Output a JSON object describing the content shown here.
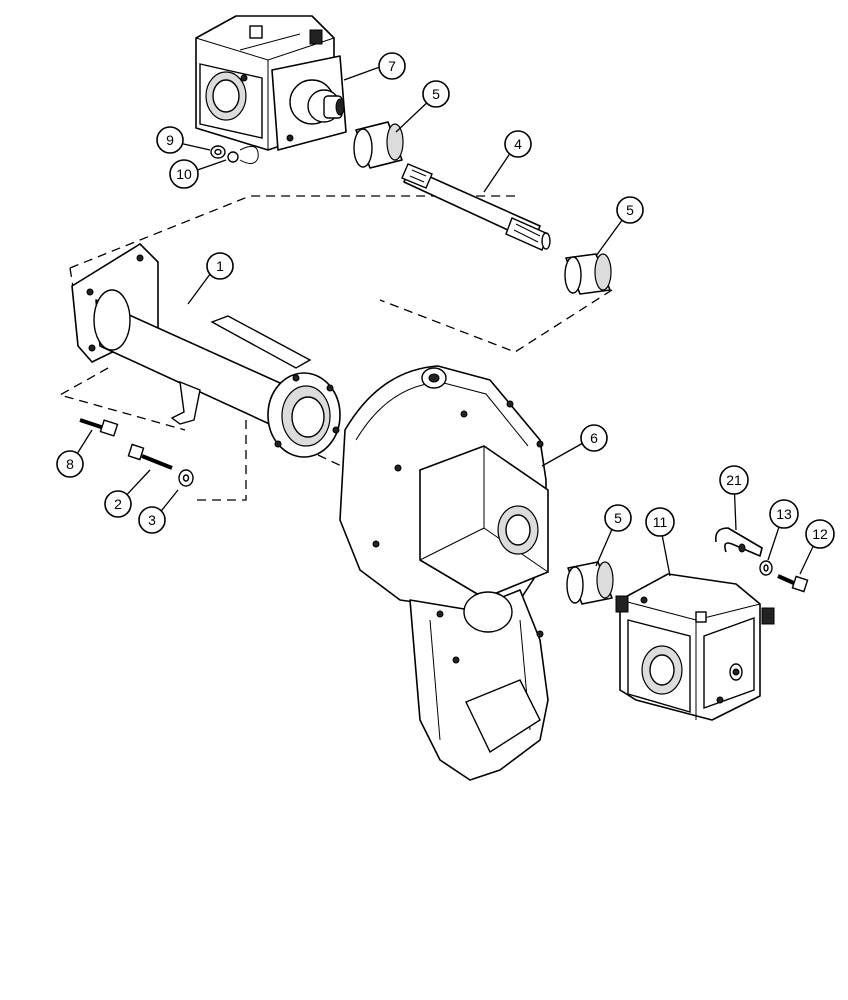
{
  "callouts": [
    {
      "id": "c1",
      "label": "1"
    },
    {
      "id": "c2",
      "label": "2"
    },
    {
      "id": "c3",
      "label": "3"
    },
    {
      "id": "c4",
      "label": "4"
    },
    {
      "id": "c5a",
      "label": "5"
    },
    {
      "id": "c5b",
      "label": "5"
    },
    {
      "id": "c5c",
      "label": "5"
    },
    {
      "id": "c6",
      "label": "6"
    },
    {
      "id": "c7",
      "label": "7"
    },
    {
      "id": "c8",
      "label": "8"
    },
    {
      "id": "c9",
      "label": "9"
    },
    {
      "id": "c10",
      "label": "10"
    },
    {
      "id": "c11",
      "label": "11"
    },
    {
      "id": "c12",
      "label": "12"
    },
    {
      "id": "c13",
      "label": "13"
    },
    {
      "id": "c21",
      "label": "21"
    }
  ]
}
